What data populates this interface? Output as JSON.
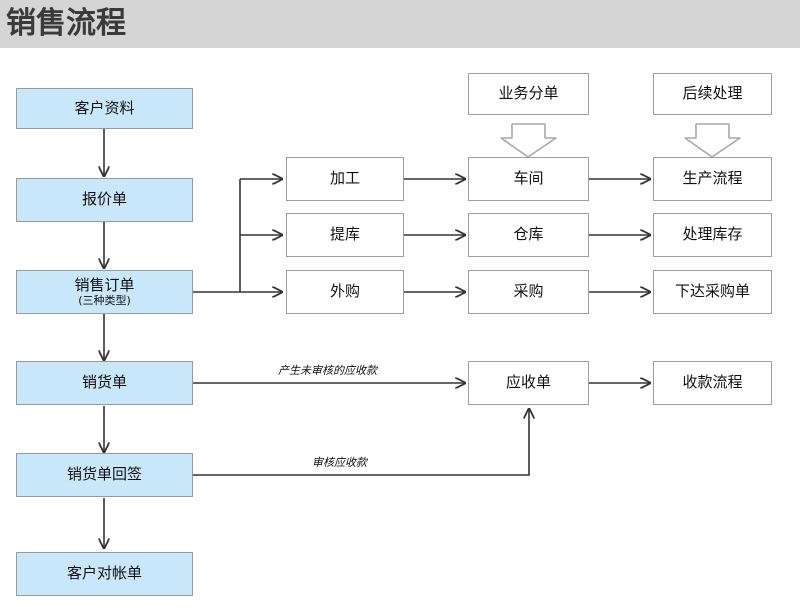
{
  "header": {
    "title": "销售流程"
  },
  "diagram": {
    "type": "flowchart",
    "columns": [
      {
        "name": "main-flow",
        "label": ""
      },
      {
        "name": "order-type",
        "label": ""
      },
      {
        "name": "business-split",
        "label": "业务分单"
      },
      {
        "name": "follow-up",
        "label": "后续处理"
      }
    ],
    "column_headers": [
      {
        "id": "hdr-business-split",
        "label": "业务分单"
      },
      {
        "id": "hdr-follow-up",
        "label": "后续处理"
      }
    ],
    "nodes": [
      {
        "id": "customer-profile",
        "label": "客户资料",
        "sub": "",
        "style": "blue"
      },
      {
        "id": "quotation",
        "label": "报价单",
        "sub": "",
        "style": "blue"
      },
      {
        "id": "sales-order",
        "label": "销售订单",
        "sub": "(三种类型)",
        "style": "blue"
      },
      {
        "id": "sales-invoice",
        "label": "销货单",
        "sub": "",
        "style": "blue"
      },
      {
        "id": "sales-invoice-receipt",
        "label": "销货单回签",
        "sub": "",
        "style": "blue"
      },
      {
        "id": "customer-statement",
        "label": "客户对帐单",
        "sub": "",
        "style": "blue"
      },
      {
        "id": "processing",
        "label": "加工",
        "sub": "",
        "style": "white"
      },
      {
        "id": "stock-pick",
        "label": "提库",
        "sub": "",
        "style": "white"
      },
      {
        "id": "outsourcing",
        "label": "外购",
        "sub": "",
        "style": "white"
      },
      {
        "id": "workshop",
        "label": "车间",
        "sub": "",
        "style": "white"
      },
      {
        "id": "warehouse",
        "label": "仓库",
        "sub": "",
        "style": "white"
      },
      {
        "id": "purchasing",
        "label": "采购",
        "sub": "",
        "style": "white"
      },
      {
        "id": "production-flow",
        "label": "生产流程",
        "sub": "",
        "style": "white"
      },
      {
        "id": "handle-inventory",
        "label": "处理库存",
        "sub": "",
        "style": "white"
      },
      {
        "id": "issue-po",
        "label": "下达采购单",
        "sub": "",
        "style": "white"
      },
      {
        "id": "receivable",
        "label": "应收单",
        "sub": "",
        "style": "white"
      },
      {
        "id": "collection-flow",
        "label": "收款流程",
        "sub": "",
        "style": "white"
      }
    ],
    "edge_labels": [
      {
        "id": "edge-label-unaudited-receivable",
        "text": "产生未审核的应收款"
      },
      {
        "id": "edge-label-audit-receivable",
        "text": "审核应收款"
      }
    ],
    "icons": [
      {
        "id": "block-arrow-down-business-split",
        "name": "block-arrow-down-icon"
      },
      {
        "id": "block-arrow-down-follow-up",
        "name": "block-arrow-down-icon"
      }
    ],
    "colors": {
      "header_bg": "#d5d5d5",
      "node_blue_fill": "#c9e7fa",
      "node_border": "#9a9a9a",
      "line": "#333333",
      "block_arrow_stroke": "#9a9a9a"
    }
  }
}
